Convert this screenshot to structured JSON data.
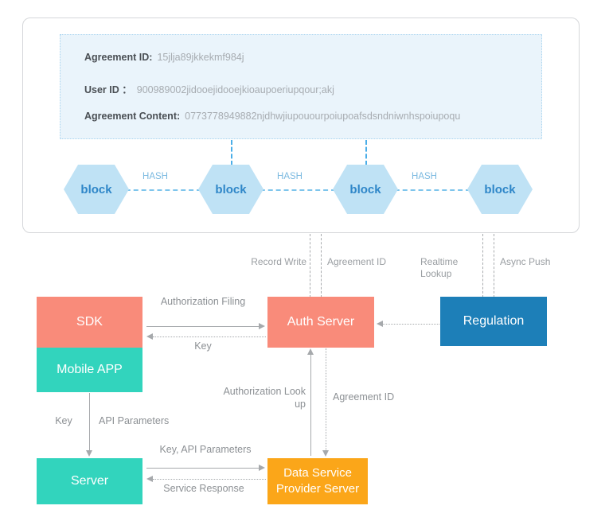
{
  "ledger": {
    "rows": [
      {
        "label": "Agreement ID:",
        "value": "15jlja89jkkekmf984j"
      },
      {
        "label": "User ID ：",
        "value": "900989002jidooejidooejkioaupoeriupqour;akj"
      },
      {
        "label": "Agreement Content:",
        "value": "0773778949882njdhwjiupouourpoiupoafsdsndniwnhspoiupoqu"
      }
    ]
  },
  "blockchain": {
    "blocks": [
      {
        "label": "block"
      },
      {
        "label": "block"
      },
      {
        "label": "block"
      },
      {
        "label": "block"
      }
    ],
    "hash_labels": [
      "HASH",
      "HASH",
      "HASH"
    ]
  },
  "channel_labels": [
    {
      "text": "Record Write"
    },
    {
      "text": "Agreement ID"
    },
    {
      "text": "Realtime Lookup"
    },
    {
      "text": "Async Push"
    }
  ],
  "nodes": {
    "sdk": "SDK",
    "mobile_app": "Mobile APP",
    "auth_server": "Auth Server",
    "regulation": "Regulation",
    "server": "Server",
    "data_service": "Data Service Provider Server"
  },
  "edges": {
    "authorization_filing": "Authorization Filing",
    "key_return": "Key",
    "key_down": "Key",
    "api_parameters": "API Parameters",
    "authorization_lookup": "Authorization Look up",
    "agreement_id": "Agreement ID",
    "key_api_parameters": "Key, API Parameters",
    "service_response": "Service Response"
  },
  "colors": {
    "sdk": "#f98b7a",
    "auth_server": "#f98b7a",
    "mobile_app": "#32d4bd",
    "server": "#32d4bd",
    "regulation": "#1d7fb8",
    "data_service": "#fba619",
    "block": "#bfe2f5",
    "block_text": "#2e86c8",
    "ledger_bg": "#eaf4fb",
    "arrow": "#a6a9ac"
  }
}
